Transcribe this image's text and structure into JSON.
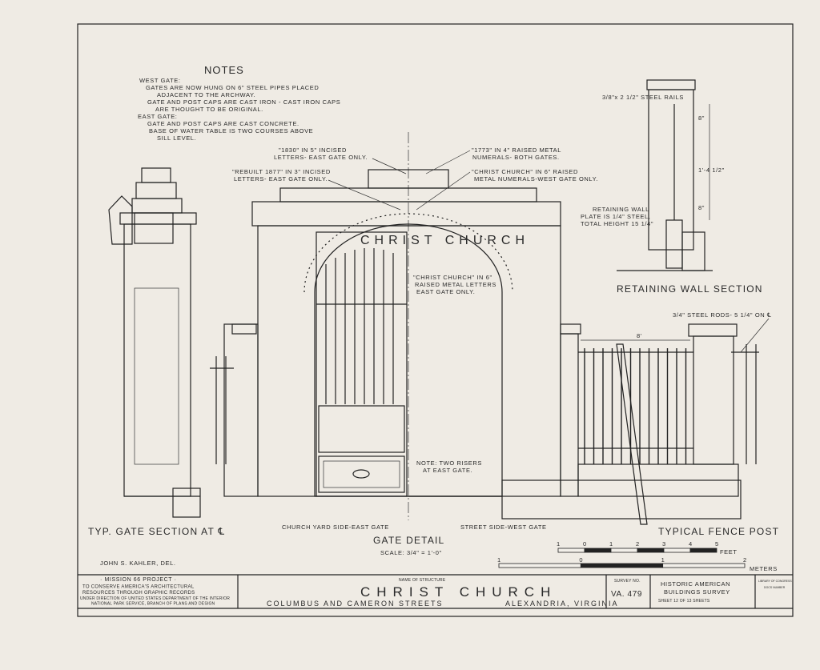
{
  "notes": {
    "title": "NOTES",
    "lines": [
      "WEST GATE:",
      "GATES ARE NOW HUNG ON 6\" STEEL PIPES PLACED",
      "ADJACENT TO THE ARCHWAY.",
      "GATE AND POST CAPS ARE CAST IRON - CAST IRON CAPS",
      "ARE THOUGHT TO BE ORIGINAL.",
      "EAST GATE:",
      "GATE AND POST CAPS ARE CAST CONCRETE.",
      "BASE OF WATER TABLE IS TWO COURSES ABOVE",
      "SILL LEVEL."
    ]
  },
  "annotations": {
    "a1830_1": "\"1830\" IN 5\" INCISED",
    "a1830_2": "LETTERS- EAST GATE ONLY.",
    "a1773_1": "\"1773\" IN 4\" RAISED METAL",
    "a1773_2": "NUMERALS- BOTH GATES.",
    "rebuilt_1": "\"REBUILT 1877\" IN 3\" INCISED",
    "rebuilt_2": "LETTERS- EAST GATE ONLY.",
    "cc6_1": "\"CHRIST CHURCH\" IN 6\" RAISED",
    "cc6_2": "METAL NUMERALS-WEST GATE ONLY.",
    "arch_text": "CHRIST CHURCH",
    "cc_east_1": "\"CHRIST CHURCH\" IN 6\"",
    "cc_east_2": "RAISED METAL LETTERS",
    "cc_east_3": "EAST GATE ONLY.",
    "risers_1": "NOTE: TWO RISERS",
    "risers_2": "AT EAST GATE.",
    "rails": "3/8\"x 2 1/2\" STEEL RAILS",
    "dim_8a": "8\"",
    "dim_1_4": "1'-4 1/2\"",
    "dim_8b": "8\"",
    "plate_1": "RETAINING WALL",
    "plate_2": "PLATE IS 1/4\" STEEL,",
    "plate_3": "TOTAL HEIGHT 15 1/4\"",
    "rods": "3/4\" STEEL RODS- 5 1/4\" ON ℄",
    "dim_8ft": "8'",
    "church_yard": "CHURCH YARD SIDE-EAST GATE",
    "street_side": "STREET SIDE-WEST GATE"
  },
  "titles": {
    "section": "TYP. GATE SECTION AT ℄",
    "retaining": "RETAINING WALL SECTION",
    "fence_post": "TYPICAL FENCE POST",
    "gate_detail": "GATE DETAIL",
    "scale": "SCALE: 3/4\" = 1'-0\"",
    "delineator": "JOHN S. KAHLER, DEL."
  },
  "scale_bar": {
    "feet_ticks": [
      "1",
      "0",
      "1",
      "2",
      "3",
      "4",
      "5"
    ],
    "feet_unit": "FEET",
    "meter_ticks": [
      "1",
      "0",
      "1",
      "2"
    ],
    "meter_unit": "METERS"
  },
  "title_block": {
    "mission_1": "· MISSION 66 PROJECT ·",
    "mission_2": "TO CONSERVE AMERICA'S ARCHITECTURAL",
    "mission_3": "RESOURCES THROUGH GRAPHIC RECORDS",
    "mission_4": "UNDER DIRECTION OF UNITED STATES DEPARTMENT OF THE INTERIOR",
    "mission_5": "NATIONAL PARK SERVICE, BRANCH OF PLANS AND DESIGN",
    "name_label": "NAME OF STRUCTURE",
    "name": "CHRIST CHURCH",
    "streets": "COLUMBUS AND CAMERON STREETS",
    "city": "ALEXANDRIA, VIRGINIA",
    "survey_label": "SURVEY NO.",
    "survey_no": "VA. 479",
    "habs_1": "HISTORIC AMERICAN",
    "habs_2": "BUILDINGS SURVEY",
    "sheet": "SHEET 12 OF 13 SHEETS",
    "library_1": "LIBRARY OF CONGRESS",
    "library_2": "DOCS NUMBER"
  }
}
